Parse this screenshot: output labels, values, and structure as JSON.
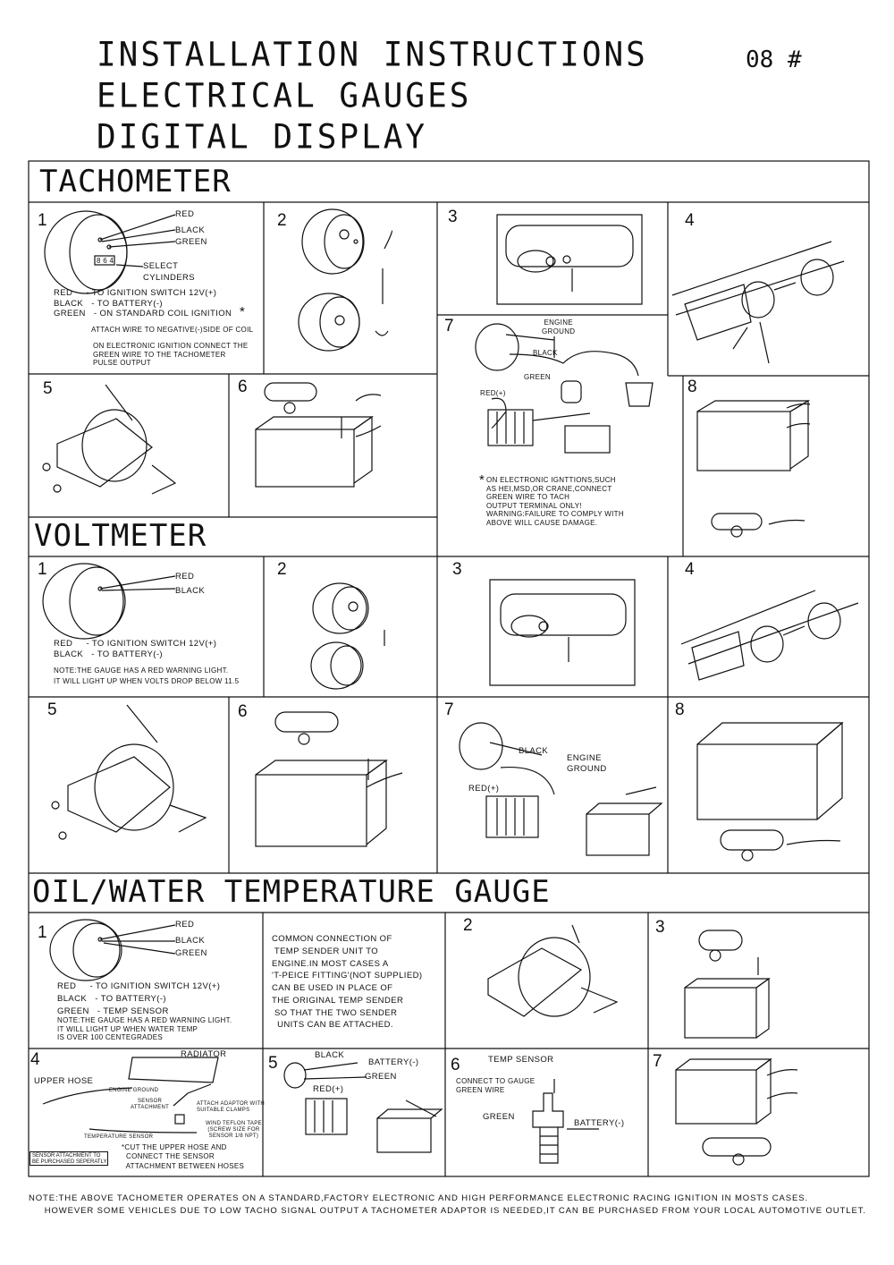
{
  "header": {
    "title_line1": "INSTALLATION  INSTRUCTIONS",
    "title_line2": "ELECTRICAL   GAUGES",
    "title_line3": "DIGITAL  DISPLAY",
    "doc_number": "08 #"
  },
  "tachometer": {
    "heading": "TACHOMETER",
    "steps": [
      "1",
      "2",
      "3",
      "4",
      "5",
      "6",
      "7",
      "8"
    ],
    "step1": {
      "wire_red": "RED",
      "wire_black": "BLACK",
      "wire_green": "GREEN",
      "switch_digits": "8 6 4",
      "select": "SELECT",
      "cylinders": "CYLINDERS",
      "legend": "RED     - TO IGNITION SWITCH 12V(+)\nBLACK   - TO BATTERY(-)\nGREEN   - ON STANDARD COIL IGNITION",
      "asterisk": "*",
      "attach": "ATTACH WIRE TO NEGATIVE(-)SIDE OF COIL",
      "electronic": "ON ELECTRONIC IGNITION CONNECT THE\nGREEN WIRE TO THE TACHOMETER\nPULSE OUTPUT"
    },
    "step7": {
      "engine_ground": "ENGINE\nGROUND",
      "black": "BLACK",
      "green": "GREEN",
      "red": "RED(+)",
      "note": "ON ELECTRONIC IGNTTIONS,SUCH\nAS HEI,MSD,OR CRANE,CONNECT\nGREEN WIRE TO TACH\nOUTPUT TERMINAL ONLY!\nWARNING:FAILURE TO COMPLY WITH\nABOVE WILL CAUSE DAMAGE."
    }
  },
  "voltmeter": {
    "heading": "VOLTMETER",
    "steps": [
      "1",
      "2",
      "3",
      "4",
      "5",
      "6",
      "7",
      "8"
    ],
    "step1": {
      "wire_red": "RED",
      "wire_black": "BLACK",
      "legend": "RED     - TO IGNITION SWITCH 12V(+)\nBLACK   - TO BATTERY(-)",
      "note": "NOTE:THE GAUGE HAS A RED WARNING LIGHT.\nIT WILL LIGHT UP WHEN VOLTS DROP BELOW 11.5"
    },
    "step7": {
      "black": "BLACK",
      "engine_ground": "ENGINE\nGROUND",
      "red": "RED(+)"
    }
  },
  "temperature": {
    "heading": "OIL/WATER TEMPERATURE GAUGE",
    "steps": [
      "1",
      "2",
      "3",
      "4",
      "5",
      "6",
      "7"
    ],
    "step1": {
      "wire_red": "RED",
      "wire_black": "BLACK",
      "wire_green": "GREEN",
      "legend": "RED     - TO IGNITION SWITCH 12V(+)\nBLACK   - TO BATTERY(-)\nGREEN   - TEMP SENSOR",
      "note": "NOTE:THE GAUGE HAS A RED WARNING LIGHT.\nIT WILL LIGHT UP WHEN WATER TEMP\nIS OVER 100 CENTEGRADES"
    },
    "common": "COMMON CONNECTION OF\n TEMP SENDER UNIT TO\nENGINE.IN MOST CASES A\n'T-PEICE FITTING'(NOT SUPPLIED)\nCAN BE USED IN PLACE OF\nTHE ORIGINAL TEMP SENDER\n SO THAT THE TWO SENDER\n  UNITS CAN BE ATTACHED.",
    "step4": {
      "radiator": "RADIATOR",
      "upper_hose": "UPPER HOSE",
      "engine_ground": "ENGINE GROUND",
      "sensor_attachment": "SENSOR\nATTACHMENT",
      "attach_adaptor": "ATTACH ADAPTOR WITH\nSUITABLE CLAMPS",
      "teflon": "WIND TEFLON TAPE\n(SCREW SIZE FOR\nSENSOR 1/8 NPT)",
      "temp_sensor": "TEMPERATURE SENSOR",
      "sensor_box": "SENSOR ATTACHMENT TO\nBE PURCHASED SEPERATLY",
      "cut": "*CUT THE UPPER HOSE AND\n  CONNECT THE SENSOR\n  ATTACHMENT BETWEEN HOSES"
    },
    "step5": {
      "black": "BLACK",
      "battery": "BATTERY(-)",
      "green": "GREEN",
      "red": "RED(+)"
    },
    "step6": {
      "temp_sensor": "TEMP SENSOR",
      "connect": "CONNECT TO GAUGE\nGREEN WIRE",
      "green": "GREEN",
      "battery": "BATTERY(-)"
    }
  },
  "footer": {
    "line1": "NOTE:THE ABOVE TACHOMETER OPERATES ON A STANDARD,FACTORY ELECTRONIC AND HIGH PERFORMANCE ELECTRONIC RACING IGNITION IN MOSTS CASES.",
    "line2": "     HOWEVER SOME VEHICLES DUE TO LOW TACHO SIGNAL OUTPUT A TACHOMETER ADAPTOR IS NEEDED,IT CAN BE PURCHASED FROM YOUR LOCAL AUTOMOTIVE OUTLET."
  }
}
